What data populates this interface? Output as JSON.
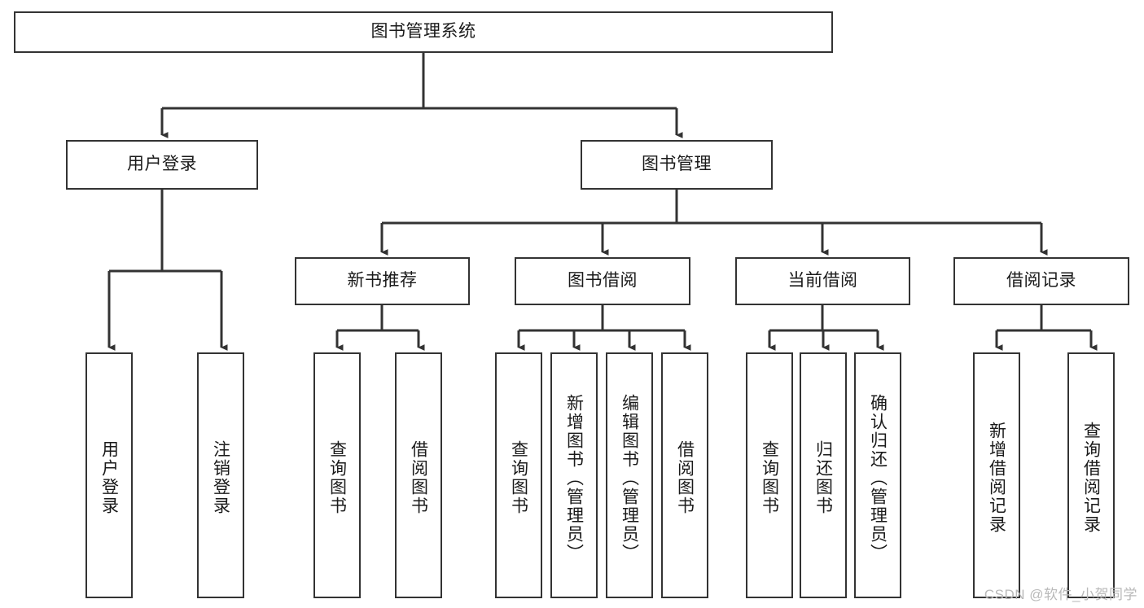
{
  "diagram": {
    "title": "图书管理系统",
    "type": "tree-hierarchy-chart",
    "watermark": "CSDN @软件_小贺同学",
    "colors": {
      "box_border": "#333333",
      "box_fill": "#ffffff",
      "edge": "#333333",
      "text": "#1a1a1a",
      "watermark": "#b9b9b9",
      "background": "#ffffff"
    },
    "levels": {
      "root": "图书管理系统",
      "level2": [
        "用户登录",
        "图书管理"
      ],
      "level3": [
        "新书推荐",
        "图书借阅",
        "当前借阅",
        "借阅记录"
      ]
    },
    "nodes": {
      "root": {
        "label": "图书管理系统"
      },
      "user_login": {
        "label": "用户登录"
      },
      "book_manage": {
        "label": "图书管理"
      },
      "new_book_rec": {
        "label": "新书推荐"
      },
      "book_borrow": {
        "label": "图书借阅"
      },
      "current_borrow": {
        "label": "当前借阅"
      },
      "borrow_record": {
        "label": "借阅记录"
      },
      "leaf_user_login": {
        "label": "用户登录"
      },
      "leaf_logout": {
        "label": "注销登录"
      },
      "leaf_query_book_a": {
        "label": "查询图书"
      },
      "leaf_borrow_book_a": {
        "label": "借阅图书"
      },
      "leaf_query_book_b": {
        "label": "查询图书"
      },
      "leaf_add_book_admin": {
        "label": "新增图书（管理员）"
      },
      "leaf_edit_book_admin": {
        "label": "编辑图书（管理员）"
      },
      "leaf_borrow_book_b": {
        "label": "借阅图书"
      },
      "leaf_query_book_c": {
        "label": "查询图书"
      },
      "leaf_return_book": {
        "label": "归还图书"
      },
      "leaf_confirm_return_admin": {
        "label": "确认归还（管理员）"
      },
      "leaf_add_record": {
        "label": "新增借阅记录"
      },
      "leaf_query_record": {
        "label": "查询借阅记录"
      }
    },
    "edges": [
      {
        "from": "root",
        "to": "用户登录"
      },
      {
        "from": "root",
        "to": "图书管理"
      },
      {
        "from": "用户登录",
        "to": "用户登录(叶)"
      },
      {
        "from": "用户登录",
        "to": "注销登录"
      },
      {
        "from": "图书管理",
        "to": "新书推荐"
      },
      {
        "from": "图书管理",
        "to": "图书借阅"
      },
      {
        "from": "图书管理",
        "to": "当前借阅"
      },
      {
        "from": "图书管理",
        "to": "借阅记录"
      },
      {
        "from": "新书推荐",
        "to": "查询图书"
      },
      {
        "from": "新书推荐",
        "to": "借阅图书"
      },
      {
        "from": "图书借阅",
        "to": "查询图书"
      },
      {
        "from": "图书借阅",
        "to": "新增图书（管理员）"
      },
      {
        "from": "图书借阅",
        "to": "编辑图书（管理员）"
      },
      {
        "from": "图书借阅",
        "to": "借阅图书"
      },
      {
        "from": "当前借阅",
        "to": "查询图书"
      },
      {
        "from": "当前借阅",
        "to": "归还图书"
      },
      {
        "from": "当前借阅",
        "to": "确认归还（管理员）"
      },
      {
        "from": "借阅记录",
        "to": "新增借阅记录"
      },
      {
        "from": "借阅记录",
        "to": "查询借阅记录"
      }
    ]
  }
}
